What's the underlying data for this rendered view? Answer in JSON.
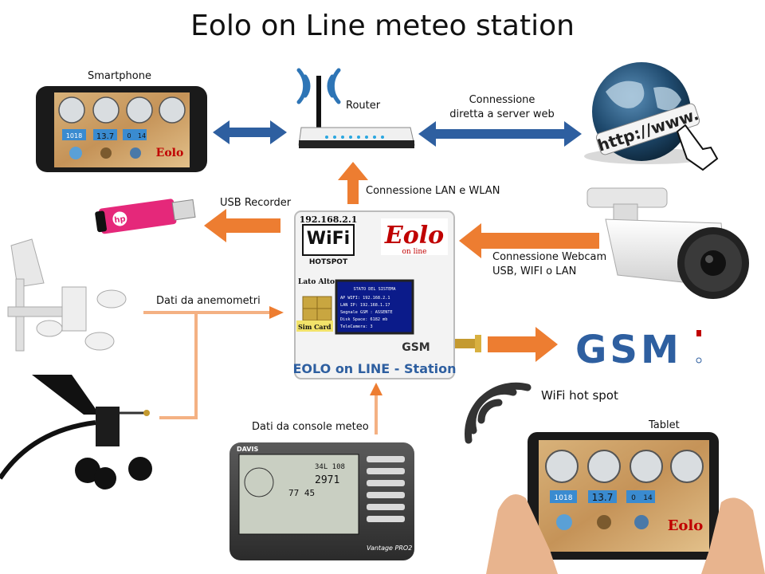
{
  "title": "Eolo on Line meteo station",
  "labels": {
    "smartphone": "Smartphone",
    "router": "Router",
    "server_line1": "Connessione",
    "server_line2": "diretta a server web",
    "usb": "USB Recorder",
    "lan": "Connessione LAN e WLAN",
    "webcam_line1": "Connessione Webcam",
    "webcam_line2": "USB, WIFI o LAN",
    "anemo": "Dati da anemometri",
    "wifi_hotspot": "WiFi hot spot",
    "tablet": "Tablet",
    "console": "Dati da console meteo"
  },
  "station": {
    "ip": "192.168.2.1",
    "wifi": "WiFi",
    "hotspot": "HOTSPOT",
    "lato": "Lato Alto",
    "sim": "Sim Card",
    "name": "EOLO on LINE - Station",
    "gsm": "GSM",
    "logo": "Eolo",
    "logo_sub": "on line",
    "screen": [
      "STATO DEL SISTEMA",
      "AP WIFI: 192.168.2.1",
      "LAN IP: 192.168.1.17",
      "Segnale GSM : ASSENTE",
      "Disk Space: 6182 mb",
      "TeleCamera: 3"
    ]
  },
  "gsm_logo": "GSM",
  "url_text": "http://www.",
  "phone": {
    "v1": "1018",
    "v2": "13.7",
    "v3": "0",
    "v4": "14"
  },
  "tablet": {
    "v1": "1018",
    "v2": "13.7",
    "v3": "0",
    "v4": "14"
  },
  "console": {
    "brand": "DAVIS",
    "model": "Vantage PRO2",
    "r1": "34L 108",
    "r2": "2971",
    "r3": "77 45"
  },
  "usb_text": "hp",
  "colors": {
    "orange": "#ED7D31",
    "blue": "#2E5FA0",
    "wifi_blue": "#2E75B6"
  }
}
